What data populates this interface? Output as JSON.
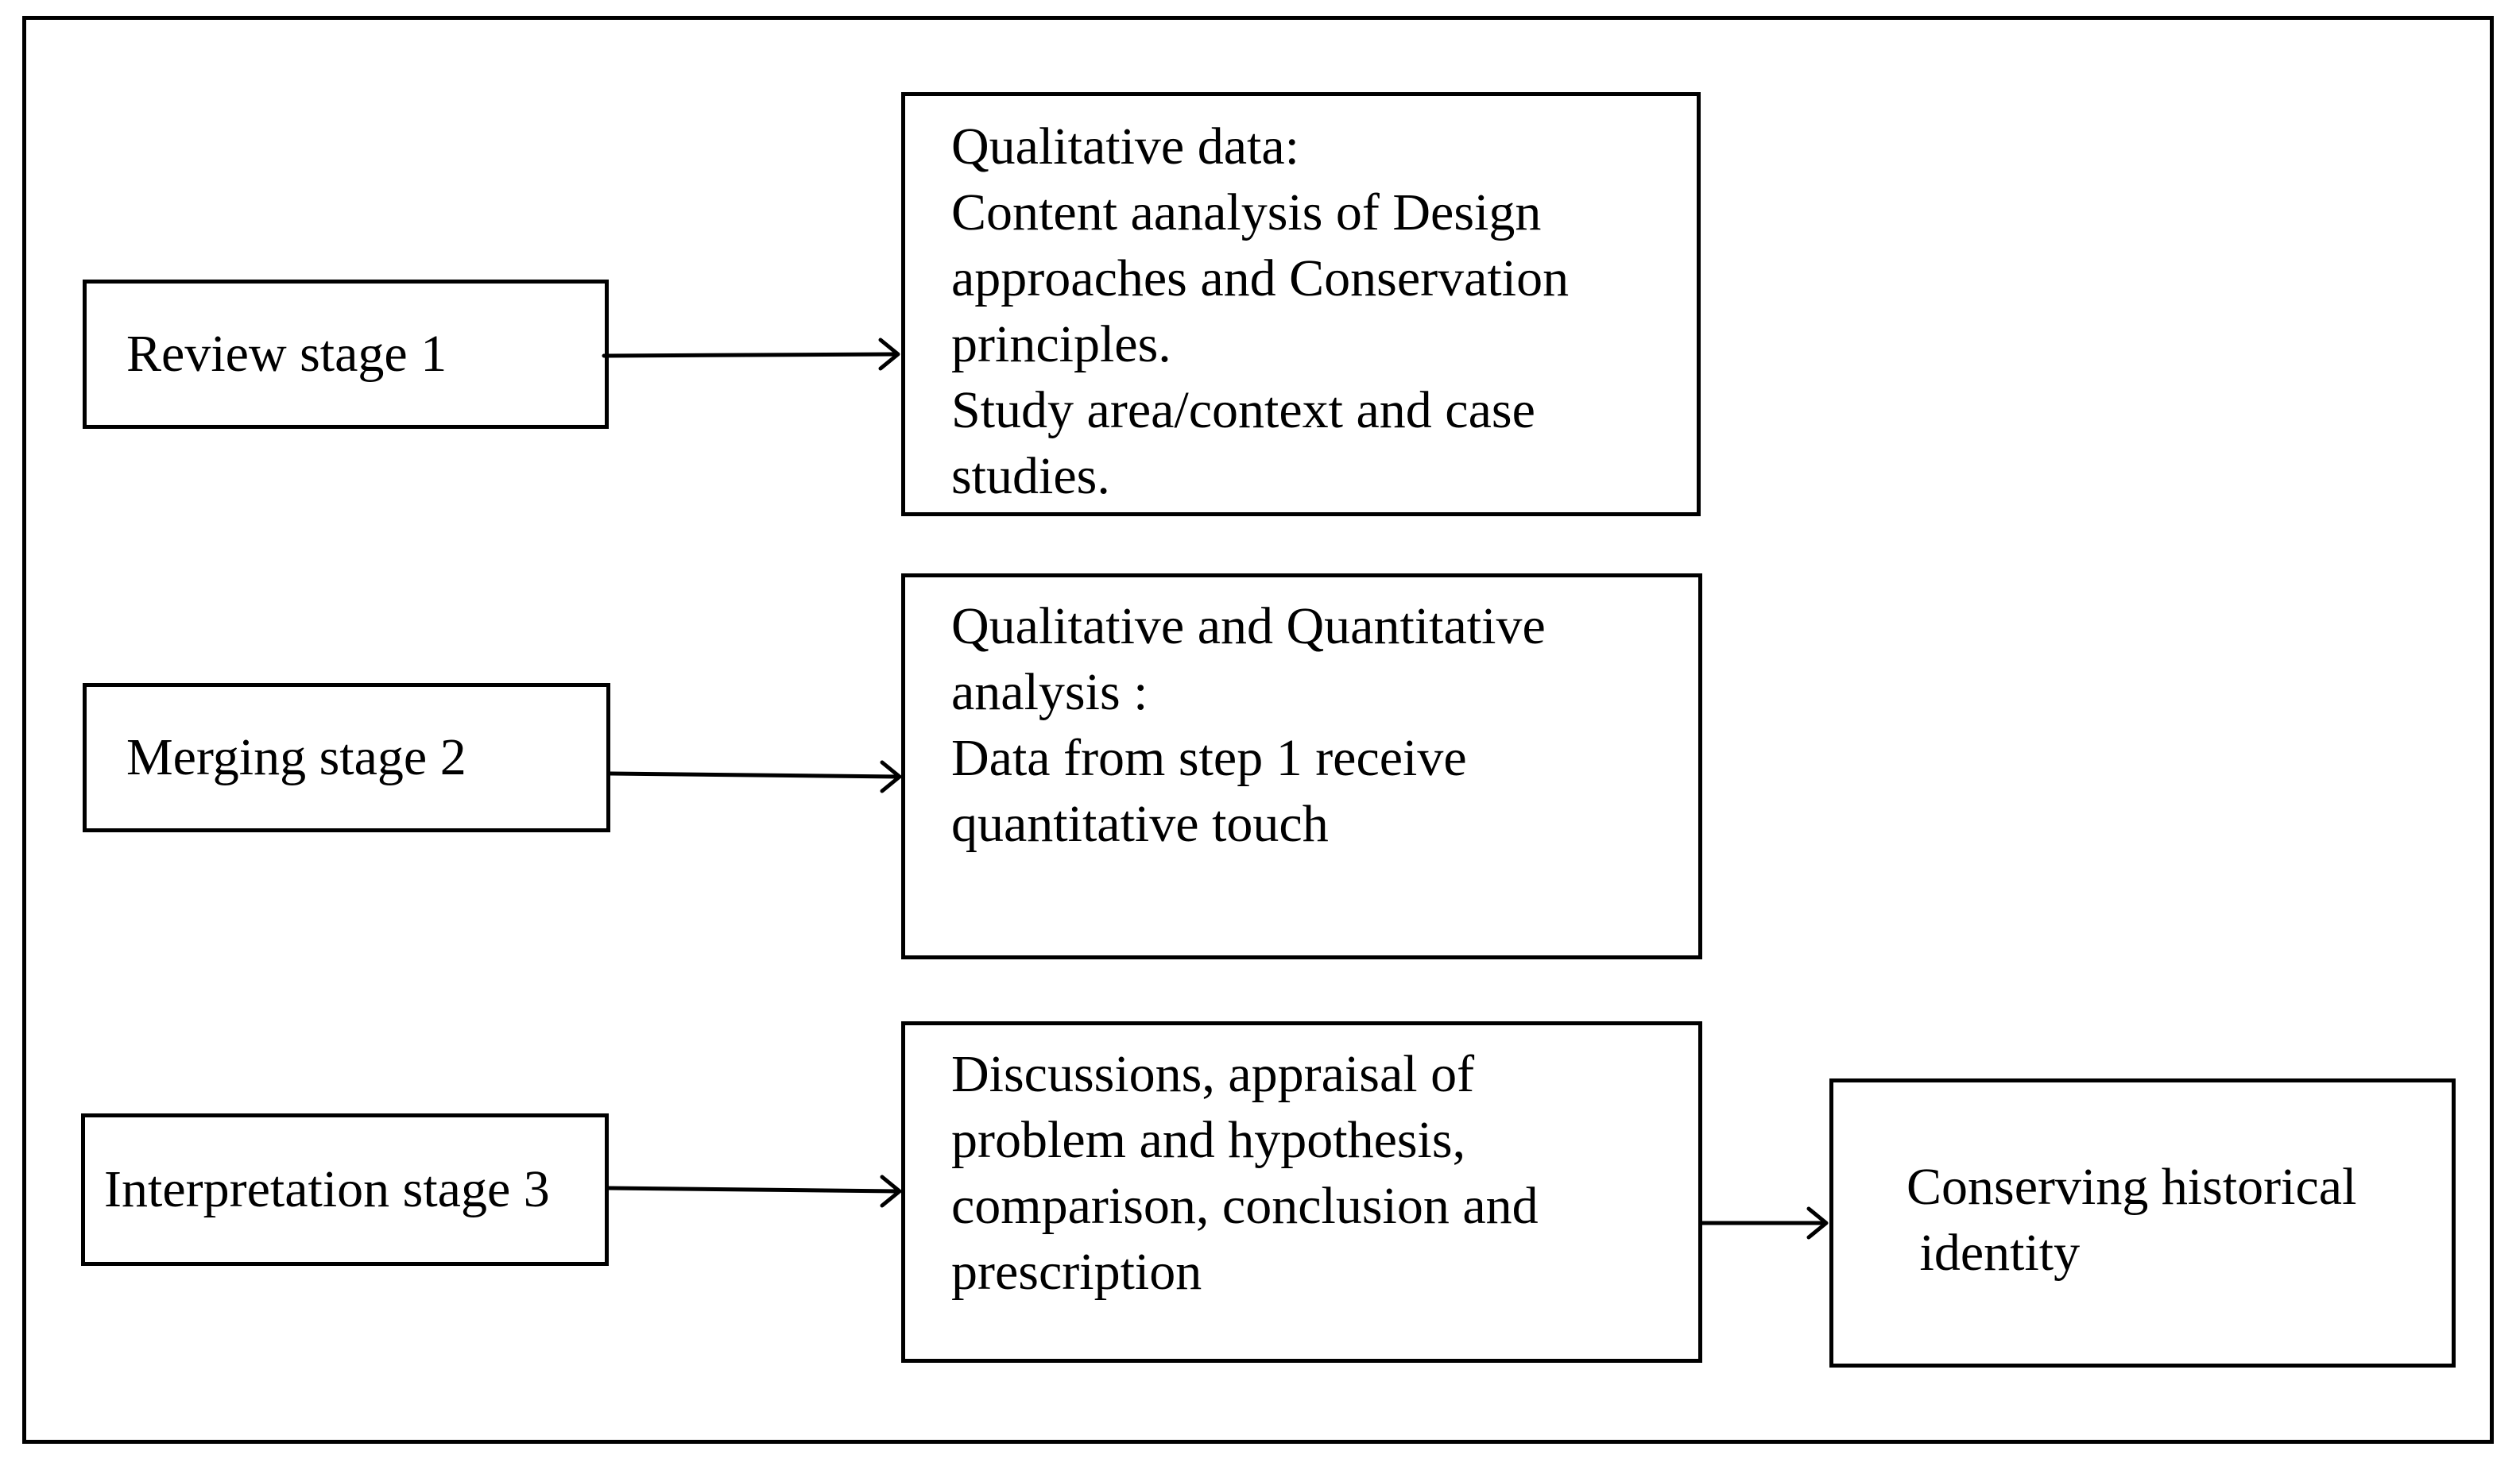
{
  "stages": [
    {
      "label": "Review stage 1",
      "detail": [
        "Qualitative data:",
        "Content aanalysis of Design",
        "approaches and Conservation",
        "principles.",
        "Study area/context and case",
        "studies."
      ]
    },
    {
      "label": "Merging stage 2",
      "detail": [
        "Qualitative and Quantitative",
        "analysis :",
        "Data from step 1 receive",
        "quantitative touch"
      ]
    },
    {
      "label": "Interpretation stage 3",
      "detail": [
        "Discussions, appraisal of",
        "problem and hypothesis,",
        "comparison, conclusion and",
        "prescription"
      ]
    }
  ],
  "outcome": {
    "lines": [
      "Conserving historical",
      " identity"
    ]
  }
}
